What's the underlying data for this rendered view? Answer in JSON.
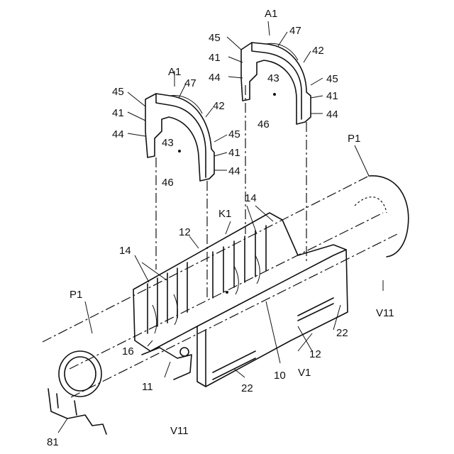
{
  "labels": {
    "A1_right": "A1",
    "A1_left": "A1",
    "n47_r": "47",
    "n45_r": "45",
    "n41_r": "41",
    "n44_r": "44",
    "n42_r": "42",
    "n43_r": "43",
    "n45_r2": "45",
    "n41_r2": "41",
    "n44_r2": "44",
    "n46_r": "46",
    "n45_l": "45",
    "n41_l": "41",
    "n44_l": "44",
    "n47_l": "47",
    "n42_l": "42",
    "n43_l": "43",
    "n45_l2": "45",
    "n41_l2": "41",
    "n44_l2": "44",
    "n46_l": "46",
    "P1_top": "P1",
    "K1": "K1",
    "n14_top": "14",
    "n12_top": "12",
    "n14_left": "14",
    "P1_left": "P1",
    "V11_right": "V11",
    "n22_right": "22",
    "n12_right": "12",
    "V1": "V1",
    "n10": "10",
    "n22_bottom": "22",
    "n16": "16",
    "n11": "11",
    "n81": "81",
    "V11_bottom": "V11"
  }
}
